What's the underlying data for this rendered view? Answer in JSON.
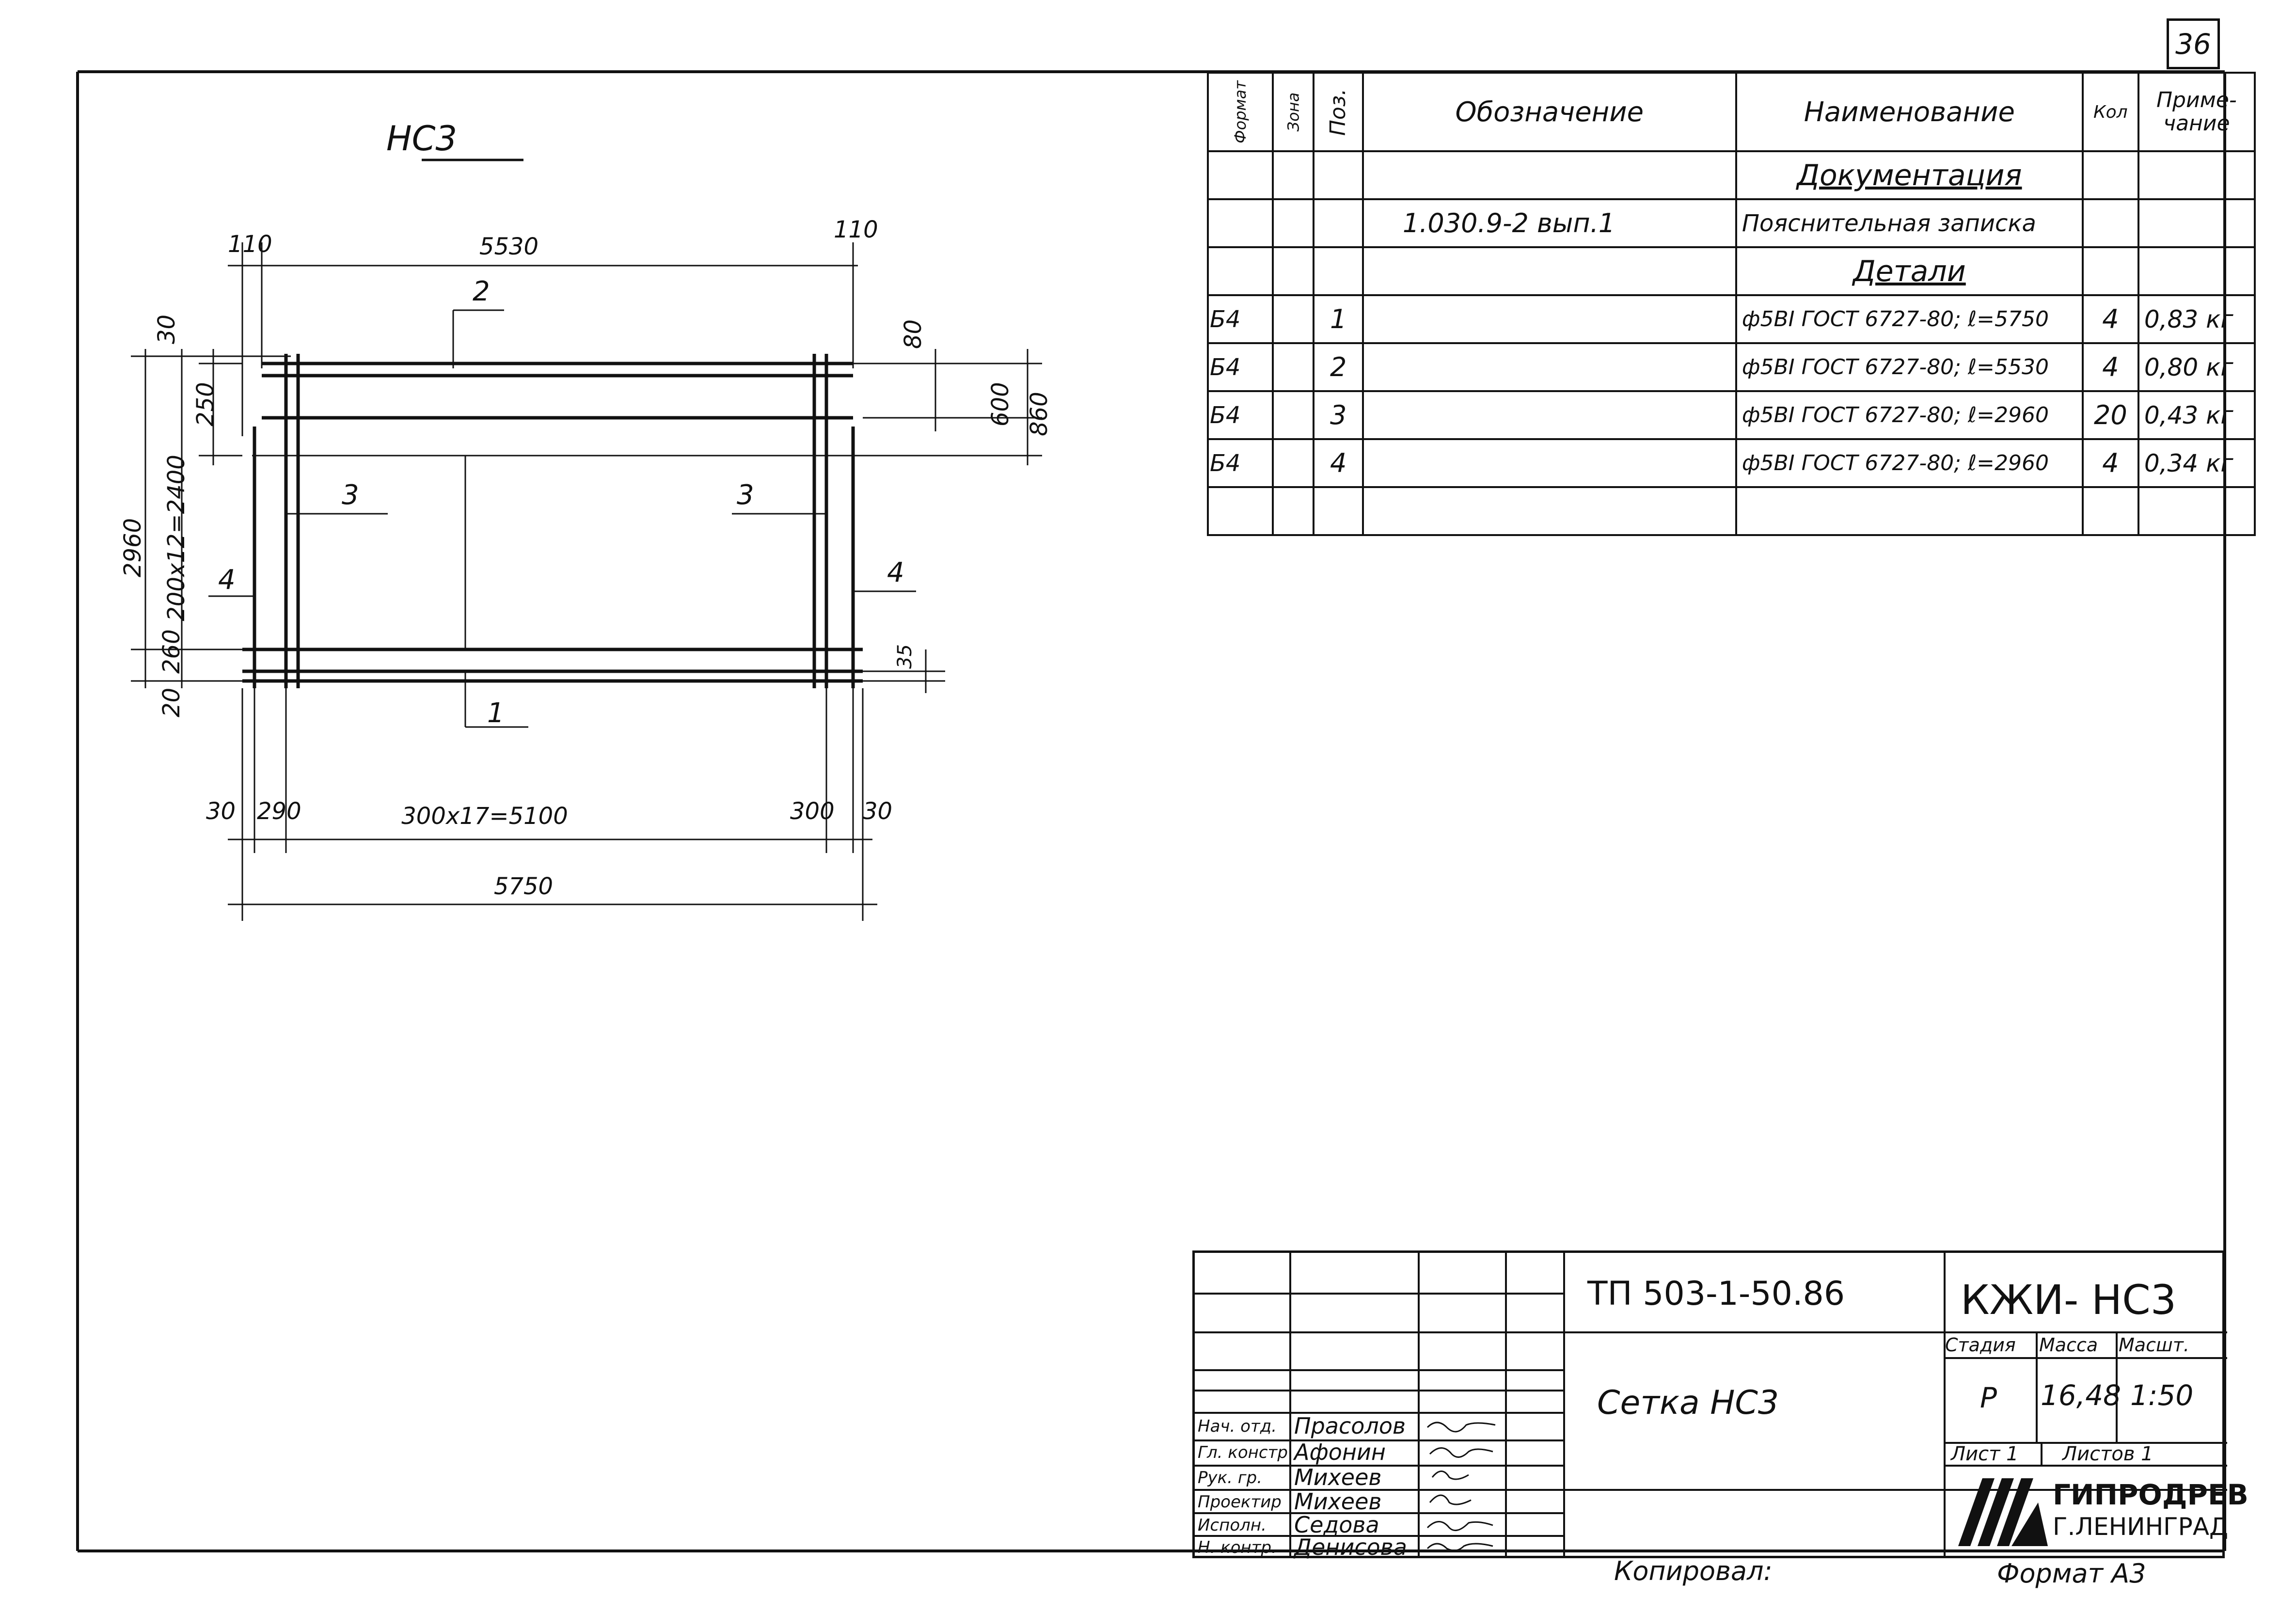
{
  "sheet_number": "36",
  "drawing": {
    "title": "НС3",
    "dims": {
      "top_left": "110",
      "top_right": "110",
      "top_span": "5530",
      "right_80": "80",
      "right_600": "600",
      "right_860": "860",
      "right_35": "35",
      "left_30": "30",
      "left_250": "250",
      "left_200x12": "200х12=2400",
      "left_2960": "2960",
      "left_260": "260",
      "left_20": "20",
      "bottom_30a": "30",
      "bottom_290": "290",
      "bottom_300x17": "300х17=5100",
      "bottom_300": "300",
      "bottom_30b": "30",
      "bottom_5750": "5750"
    },
    "callouts": {
      "p1": "1",
      "p2": "2",
      "p3a": "3",
      "p3b": "3",
      "p4a": "4",
      "p4b": "4"
    }
  },
  "spec": {
    "headers": {
      "format": "Формат",
      "zone": "Зона",
      "pos": "Поз.",
      "designation": "Обозначение",
      "name": "Наименование",
      "qty": "Кол",
      "note": "Приме-чание"
    },
    "section_docs": "Документация",
    "doc_row": {
      "designation": "1.030.9-2  вып.1",
      "name": "Пояснительная записка"
    },
    "section_parts": "Детали",
    "rows": [
      {
        "format": "Б4",
        "pos": "1",
        "name": "ф5ВI ГОСТ 6727-80; ℓ=5750",
        "qty": "4",
        "note": "0,83 кг"
      },
      {
        "format": "Б4",
        "pos": "2",
        "name": "ф5ВI ГОСТ 6727-80; ℓ=5530",
        "qty": "4",
        "note": "0,80 кг"
      },
      {
        "format": "Б4",
        "pos": "3",
        "name": "ф5ВI ГОСТ 6727-80; ℓ=2960",
        "qty": "20",
        "note": "0,43 кг"
      },
      {
        "format": "Б4",
        "pos": "4",
        "name": "ф5ВI ГОСТ 6727-80; ℓ=2960",
        "qty": "4",
        "note": "0,34 кг"
      }
    ]
  },
  "stamp": {
    "project_code": "ТП  503-1-50.86",
    "drawing_code": "КЖИ- НС3",
    "title": "Сетка НС3",
    "stage_label": "Стадия",
    "mass_label": "Масса",
    "scale_label": "Масшт.",
    "stage": "Р",
    "mass": "16,48",
    "scale": "1:50",
    "sheet_label": "Лист 1",
    "sheets_label": "Листов 1",
    "org": "ГИПРОДРЕВ",
    "city": "Г.ЛЕНИНГРАД",
    "staff": [
      {
        "role": "Нач. отд.",
        "name": "Прасолов"
      },
      {
        "role": "Гл. констр",
        "name": "Афонин"
      },
      {
        "role": "Рук. гр.",
        "name": "Михеев"
      },
      {
        "role": "Проектир",
        "name": "Михеев"
      },
      {
        "role": "Исполн.",
        "name": "Седова"
      },
      {
        "role": "Н. контр.",
        "name": "Денисова"
      }
    ]
  },
  "footer": {
    "copied": "Копировал:",
    "format": "Формат А3"
  }
}
